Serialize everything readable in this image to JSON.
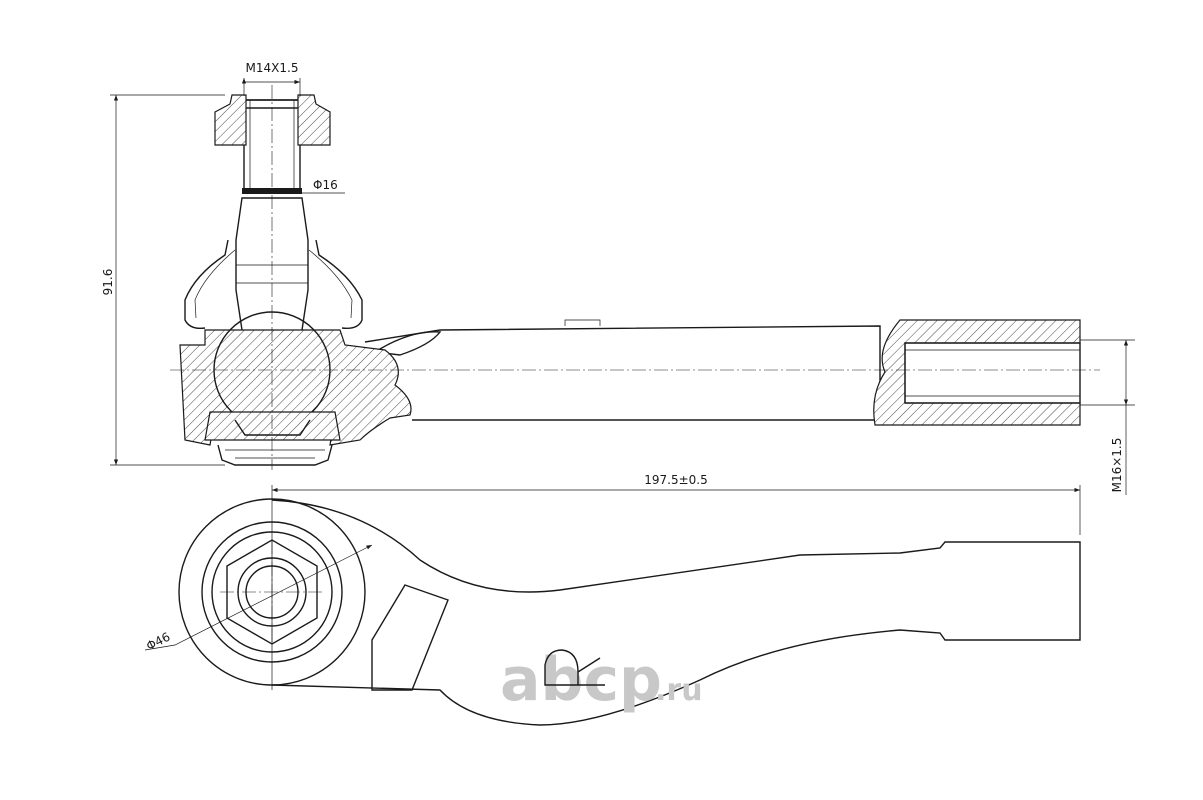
{
  "drawing": {
    "dimensions": {
      "thread_stud": "M14X1.5",
      "stud_diameter": "Φ16",
      "height": "91.6",
      "length": "197.5±0.5",
      "thread_bore": "M16×1.5",
      "housing_diameter": "Φ46"
    },
    "watermark": {
      "brand": "abcp",
      "suffix": ".ru"
    },
    "colors": {
      "line": "#1a1a1a",
      "watermark": "#c8c8c8"
    }
  }
}
